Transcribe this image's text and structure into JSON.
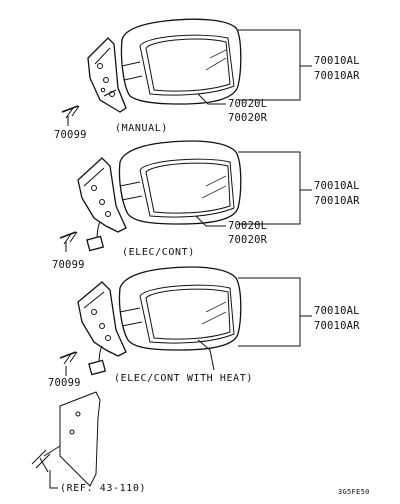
{
  "groups": [
    {
      "housing_parts": [
        "70010AL",
        "70010AR"
      ],
      "mirror_parts": [
        "70020L",
        "70020R"
      ],
      "bolt": "70099",
      "caption": "(MANUAL)"
    },
    {
      "housing_parts": [
        "70010AL",
        "70010AR"
      ],
      "mirror_parts": [
        "70020L",
        "70020R"
      ],
      "bolt": "70099",
      "caption": "(ELEC/CONT)"
    },
    {
      "housing_parts": [
        "70010AL",
        "70010AR"
      ],
      "bolt": "70099",
      "caption": "(ELEC/CONT WITH HEAT)"
    }
  ],
  "reference": "(REF. 43-110)",
  "diagram_code": "3G5FE50"
}
